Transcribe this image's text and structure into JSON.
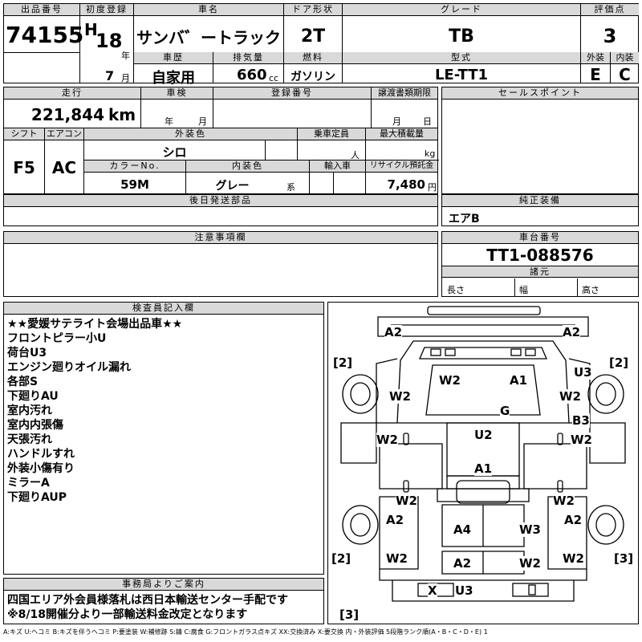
{
  "header": {
    "lot_no_label": "出品番号",
    "lot_no": "74155",
    "first_reg_label": "初度登録",
    "era": "H",
    "first_reg_year": "18",
    "year_unit": "年",
    "first_reg_month": "7",
    "month_unit": "月",
    "car_name_label": "車名",
    "car_name": "サンバ゛ートラック",
    "door_label": "ドア形状",
    "door": "2T",
    "grade_label": "グレード",
    "grade": "TB",
    "score_label": "評価点",
    "score": "3",
    "history_label": "車歴",
    "history": "自家用",
    "displacement_label": "排気量",
    "displacement": "660",
    "displacement_unit": "cc",
    "fuel_label": "燃料",
    "fuel": "ガソリン",
    "model_label": "型式",
    "model": "LE-TT1",
    "ext_label": "外装",
    "ext_grade": "E",
    "int_label": "内装",
    "int_grade": "C"
  },
  "row2": {
    "mileage_label": "走行",
    "mileage": "221,844",
    "mileage_unit": "km",
    "inspection_label": "車検",
    "insp_year_unit": "年",
    "insp_month_unit": "月",
    "reg_no_label": "登録番号",
    "transfer_label": "譲渡書類期限",
    "transfer_month_unit": "月",
    "transfer_day_unit": "日",
    "sales_point_label": "セールスポイント",
    "shift_label": "シフト",
    "shift": "F5",
    "ac_label": "エアコン",
    "ac": "AC",
    "ext_color_label": "外装色",
    "ext_color": "シロ",
    "capacity_label": "乗車定員",
    "capacity_unit": "人",
    "load_label": "最大積載量",
    "load_unit": "kg",
    "color_no_label": "カラーNo.",
    "color_no": "59M",
    "int_color_label": "内装色",
    "int_color": "グレー",
    "int_color_suffix": "系",
    "import_label": "輸入車",
    "recycle_label": "リサイクル預託金",
    "recycle": "7,480",
    "recycle_unit": "円"
  },
  "row3": {
    "later_parts_label": "後日発送部品",
    "genuine_label": "純正装備",
    "genuine": "エアB",
    "caution_label": "注意事項欄",
    "chassis_label": "車台番号",
    "chassis": "TT1-088576",
    "spec_label": "諸元",
    "length_label": "長さ",
    "width_label": "幅",
    "height_label": "高さ"
  },
  "inspector": {
    "label": "検査員記入欄",
    "lines": [
      "★★愛媛サテライト会場出品車★★",
      "フロントピラー小U",
      "荷台U3",
      "エンジン廻りオイル漏れ",
      "各部S",
      "下廻りAU",
      "室内汚れ",
      "室内内張傷",
      "天張汚れ",
      "ハンドルすれ",
      "外装小傷有り",
      "ミラーA",
      "下廻りAUP"
    ]
  },
  "office": {
    "label": "事務局よりご案内",
    "lines": [
      "四国エリア外会員様落札は西日本輸送センター手配です",
      "※8/18開催分より一部輸送料金改定となります"
    ]
  },
  "diagram": {
    "marks": [
      "A2",
      "A2",
      "[2]",
      "[2]",
      "W2",
      "A1",
      "U3",
      "W2",
      "W2",
      "G",
      "B3",
      "W2",
      "U2",
      "W2",
      "A1",
      "W2",
      "W2",
      "A2",
      "A4",
      "W3",
      "A2",
      "[2]",
      "W2",
      "W2",
      "[3]",
      "A2",
      "W2",
      "X",
      "U3",
      "[3]"
    ]
  },
  "legend": "A:キズ U:ヘコミ B:キズを伴うヘコミ P:要塗装 W:補修跡 S:錆 C:腐食 G:フロントガラス点キズ XX:交換済み X:要交換 内・外装評価 5段階ランク順(A・B・C・D・E) 1"
}
